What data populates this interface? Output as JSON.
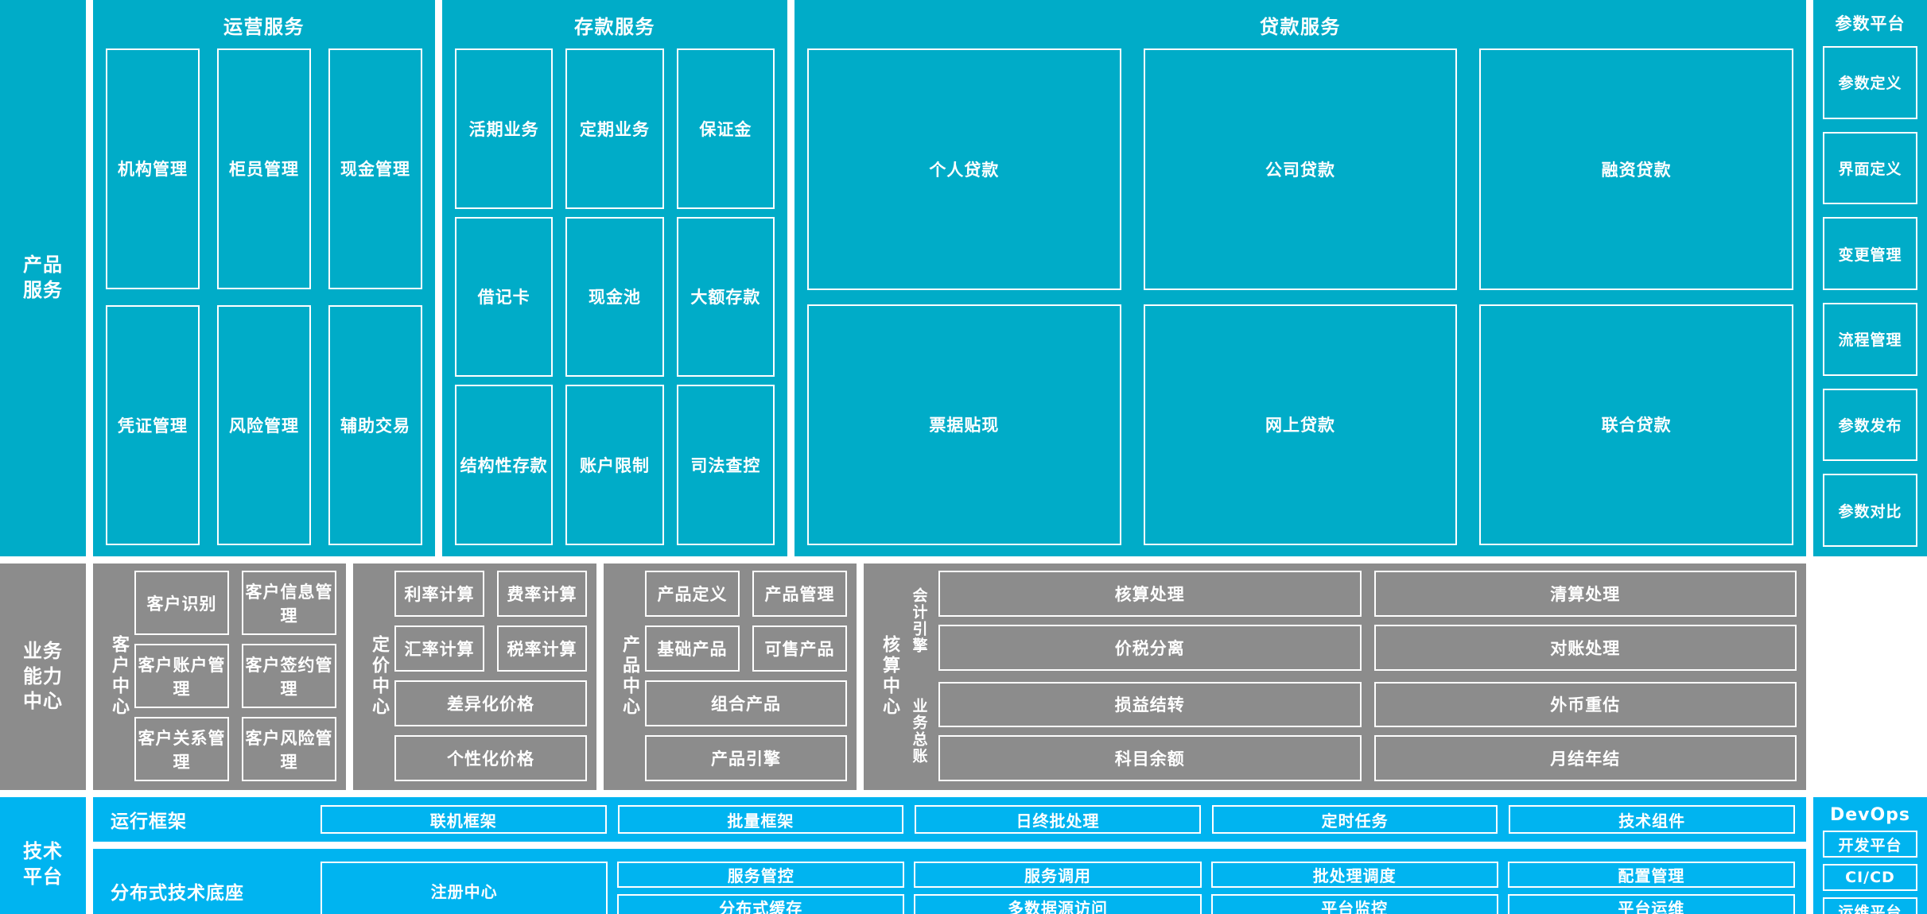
{
  "colors": {
    "teal": "#00ACC8",
    "gray": "#8C8C8C",
    "blue": "#00B4F0",
    "border": "#FFFFFF"
  },
  "layers": {
    "product_services": {
      "rail_label": "产品\n服务",
      "groups": [
        {
          "title": "运营服务",
          "items": [
            "机构管理",
            "柜员管理",
            "现金管理",
            "凭证管理",
            "风险管理",
            "辅助交易"
          ]
        },
        {
          "title": "存款服务",
          "items": [
            "活期业务",
            "定期业务",
            "保证金",
            "借记卡",
            "现金池",
            "大额存款",
            "结构性存款",
            "账户限制",
            "司法查控"
          ]
        },
        {
          "title": "贷款服务",
          "items": [
            "个人贷款",
            "公司贷款",
            "融资贷款",
            "票据贴现",
            "网上贷款",
            "联合贷款"
          ]
        }
      ]
    },
    "business_capability": {
      "rail_label": "业务\n能力\n中心",
      "groups": [
        {
          "label": "客户中心",
          "rows": [
            [
              "客户识别",
              "客户信息管理"
            ],
            [
              "客户账户管理",
              "客户签约管理"
            ],
            [
              "客户关系管理",
              "客户风险管理"
            ]
          ]
        },
        {
          "label": "定价中心",
          "rows": [
            [
              "利率计算",
              "费率计算"
            ],
            [
              "汇率计算",
              "税率计算"
            ],
            [
              "差异化价格"
            ],
            [
              "个性化价格"
            ]
          ]
        },
        {
          "label": "产品中心",
          "rows": [
            [
              "产品定义",
              "产品管理"
            ],
            [
              "基础产品",
              "可售产品"
            ],
            [
              "组合产品"
            ],
            [
              "产品引擎"
            ]
          ]
        },
        {
          "label": "核算中心",
          "sublabels": [
            "会计引擎",
            "业务总账"
          ],
          "sub_rows": [
            [
              [
                "核算处理",
                "清算处理"
              ],
              [
                "价税分离",
                "对账处理"
              ]
            ],
            [
              [
                "损益结转",
                "外币重估"
              ],
              [
                "科目余额",
                "月结年结"
              ]
            ]
          ]
        }
      ]
    },
    "technical_platform": {
      "rail_label": "技术\n平台",
      "rows": [
        {
          "label": "运行框架",
          "cells": [
            "联机框架",
            "批量框架",
            "日终批处理",
            "定时任务",
            "技术组件"
          ]
        },
        {
          "label": "分布式技术底座",
          "columns": [
            [
              "注册中心"
            ],
            [
              "服务管控",
              "分布式缓存"
            ],
            [
              "服务调用",
              "多数据源访问"
            ],
            [
              "批处理调度",
              "平台监控"
            ],
            [
              "配置管理",
              "平台运维"
            ]
          ]
        }
      ]
    }
  },
  "side_panels": {
    "parameter_platform": {
      "title": "参数平台",
      "items": [
        "参数定义",
        "界面定义",
        "变更管理",
        "流程管理",
        "参数发布",
        "参数对比"
      ]
    },
    "devops": {
      "title": "DevOps",
      "items": [
        "开发平台",
        "CI/CD",
        "运维平台"
      ]
    }
  }
}
